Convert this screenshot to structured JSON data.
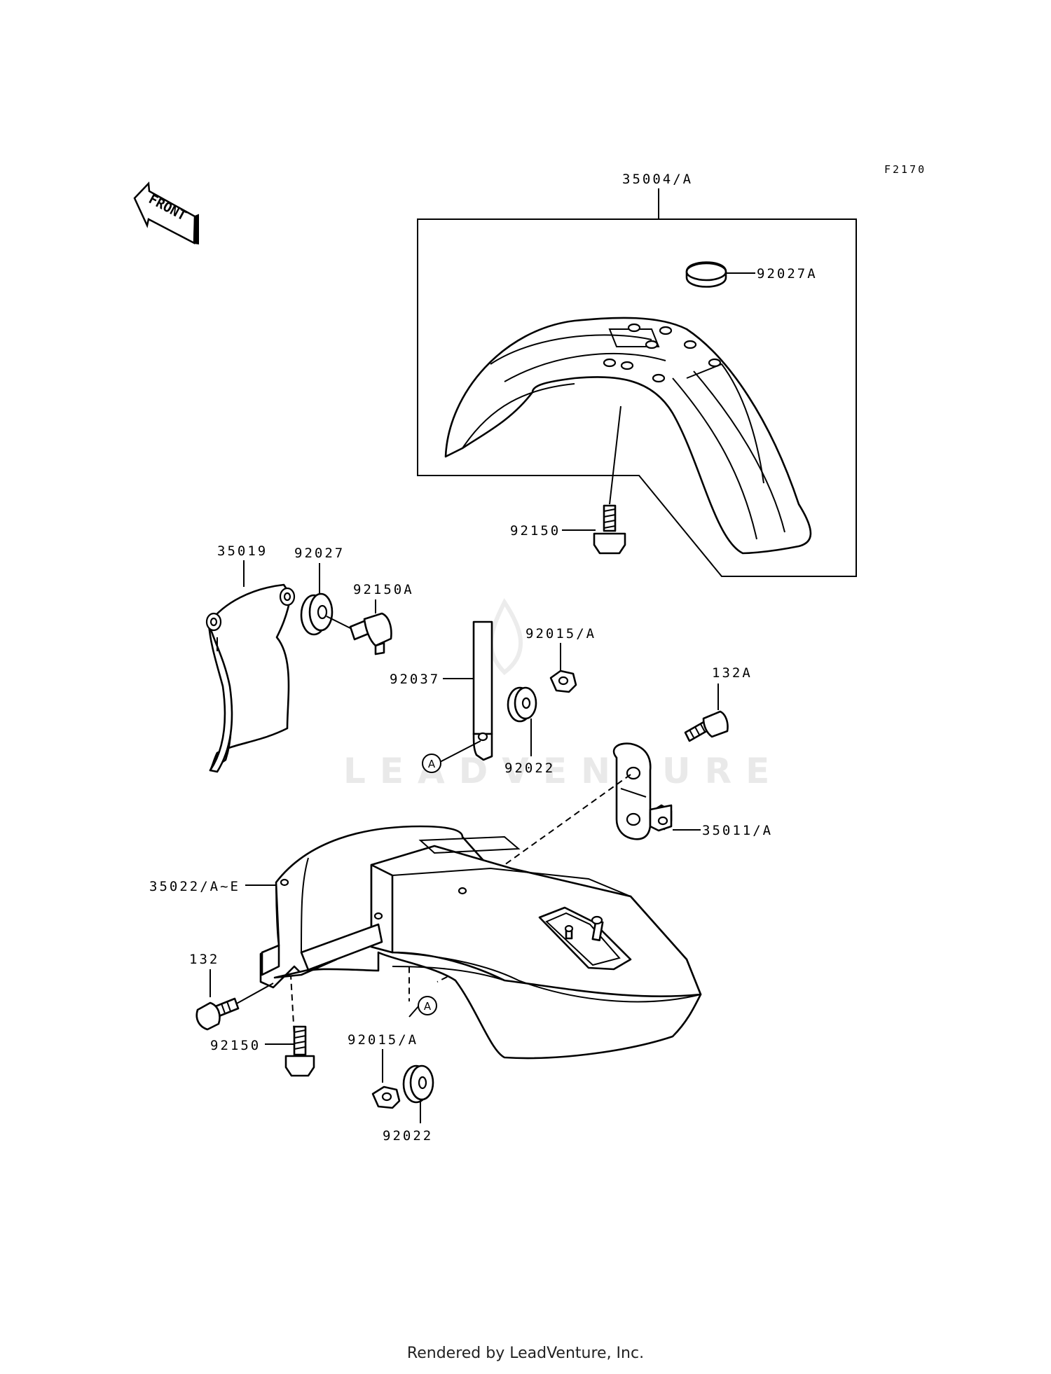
{
  "figure_code": "F2170",
  "front_label": "FRONT",
  "watermark": "LEADVENTURE",
  "footer": "Rendered by LeadVenture, Inc.",
  "ref_marker": "A",
  "labels": {
    "p35004": "35004/A",
    "p92027A": "92027A",
    "p92150_top": "92150",
    "p35019": "35019",
    "p92027": "92027",
    "p92150A": "92150A",
    "p92015_upper": "92015/A",
    "p132A": "132A",
    "p92037": "92037",
    "p92022_upper": "92022",
    "p35011": "35011/A",
    "p35022": "35022/A~E",
    "p132": "132",
    "p92150_bottom": "92150",
    "p92015_lower": "92015/A",
    "p92022_lower": "92022"
  }
}
